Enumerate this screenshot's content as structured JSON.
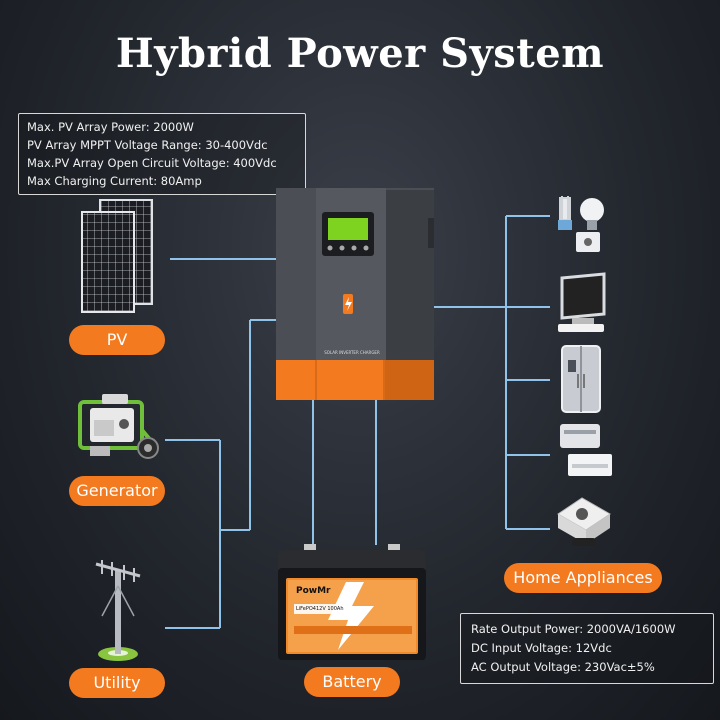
{
  "title": "Hybrid Power System",
  "pv_specs": [
    "Max. PV Array Power: 2000W",
    "PV Array MPPT Voltage Range: 30-400Vdc",
    "Max.PV Array Open Circuit Voltage: 400Vdc",
    "Max Charging Current: 80Amp"
  ],
  "output_specs": [
    "Rate Output Power: 2000VA/1600W",
    "DC Input Voltage: 12Vdc",
    "AC Output Voltage: 230Vac±5%"
  ],
  "labels": {
    "pv": "PV",
    "generator": "Generator",
    "utility": "Utility",
    "battery": "Battery",
    "home_appliances": "Home Appliances"
  },
  "inverter": {
    "panel_text": "SOLAR INVERTER CHARGER"
  },
  "battery": {
    "brand": "PowMr",
    "chem": "LiFePO4",
    "rating": "12V 100Ah"
  },
  "colors": {
    "accent": "#f47a1f",
    "wire": "#8fc3ea",
    "lcd": "#7ed321"
  }
}
